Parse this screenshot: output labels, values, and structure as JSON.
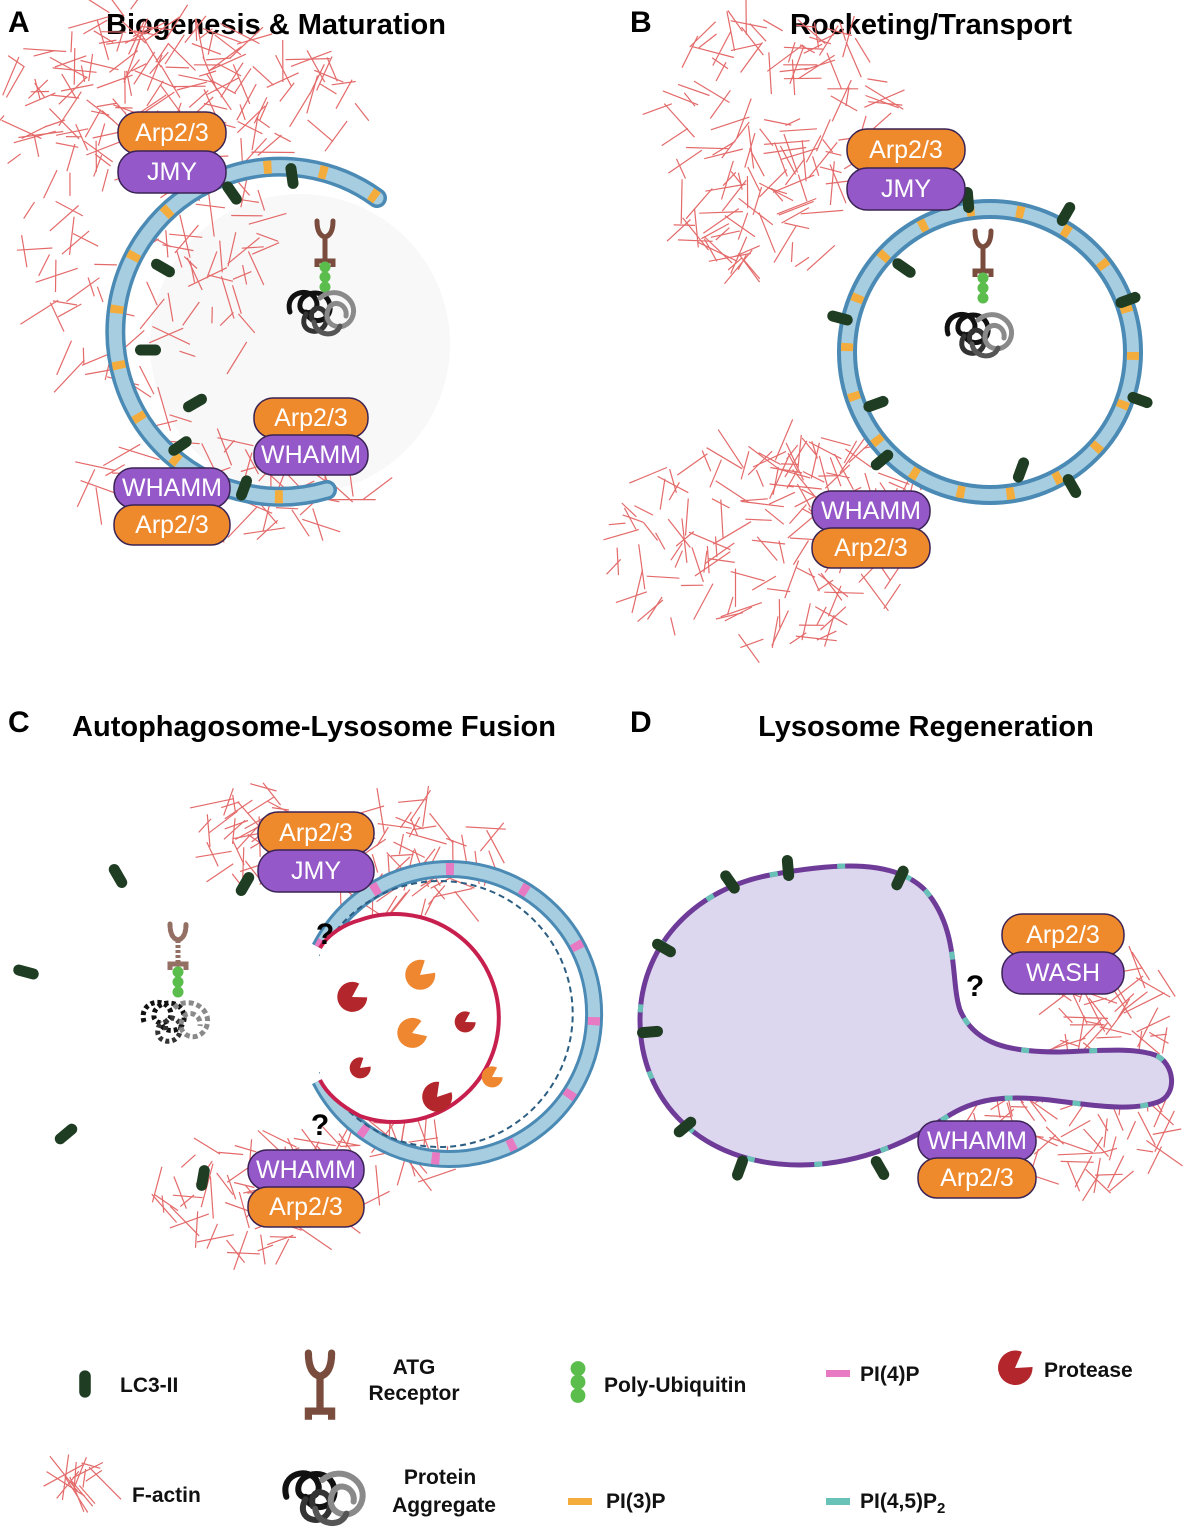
{
  "colors": {
    "arp": "#ee8a2c",
    "npf": "#9558c8",
    "pill_border": "#3a2354",
    "actin": "#e46a6a",
    "membrane_blue": "#4a8ab4",
    "membrane_light": "#a7cde0",
    "pi3p": "#f4ad3c",
    "pi4p": "#e879c3",
    "pi45p2": "#68c2b8",
    "lc3": "#1f3d22",
    "lysosome": "#c8204e",
    "lyso_regen_fill": "#dcd6ee",
    "lyso_regen_border": "#6e3b98",
    "ubiquitin": "#5bbd4b",
    "receptor": "#7a4c3d",
    "protease_dark": "#b3262c",
    "protease_orange": "#ef8630"
  },
  "panels": [
    {
      "letter": "A",
      "title": "Biogenesis & Maturation"
    },
    {
      "letter": "B",
      "title": "Rocketing/Transport"
    },
    {
      "letter": "C",
      "title": "Autophagosome-Lysosome Fusion"
    },
    {
      "letter": "D",
      "title": "Lysosome Regeneration"
    }
  ],
  "proteins": {
    "arp": "Arp2/3",
    "jmy": "JMY",
    "whamm": "WHAMM",
    "wash": "WASH"
  },
  "question_mark": "?",
  "legend": {
    "lc3": "LC3-II",
    "atg_line1": "ATG",
    "atg_line2": "Receptor",
    "poly_ub": "Poly-Ubiquitin",
    "pi4p": "PI(4)P",
    "protease": "Protease",
    "factin": "F-actin",
    "aggregate_line1": "Protein",
    "aggregate_line2": "Aggregate",
    "pi3p": "PI(3)P",
    "pi45p2_main": "PI(4,5)P",
    "pi45p2_sub": "2"
  }
}
